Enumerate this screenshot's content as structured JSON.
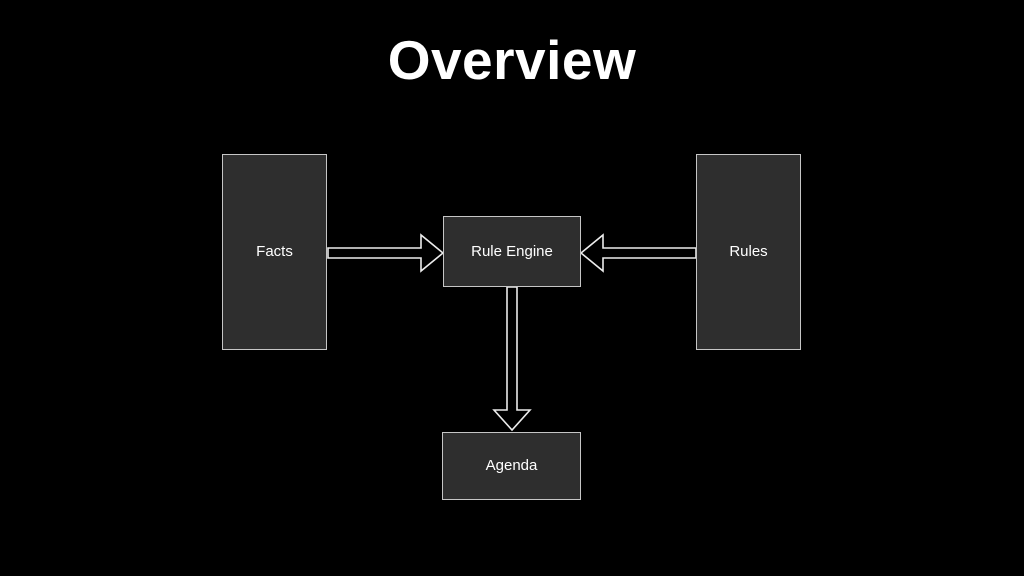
{
  "slide": {
    "title": "Overview",
    "background_color": "#000000",
    "title_color": "#ffffff"
  },
  "diagram": {
    "node_fill_color": "#2e2e2e",
    "node_border_color": "#c6c6c6",
    "node_text_color": "#ffffff",
    "arrow_outline_color": "#ececec",
    "nodes": [
      {
        "id": "facts",
        "label": "Facts"
      },
      {
        "id": "rule-engine",
        "label": "Rule Engine"
      },
      {
        "id": "rules",
        "label": "Rules"
      },
      {
        "id": "agenda",
        "label": "Agenda"
      }
    ],
    "connections": [
      {
        "from": "Facts",
        "to": "Rule Engine",
        "direction": "right"
      },
      {
        "from": "Rules",
        "to": "Rule Engine",
        "direction": "left"
      },
      {
        "from": "Rule Engine",
        "to": "Agenda",
        "direction": "down"
      }
    ]
  }
}
